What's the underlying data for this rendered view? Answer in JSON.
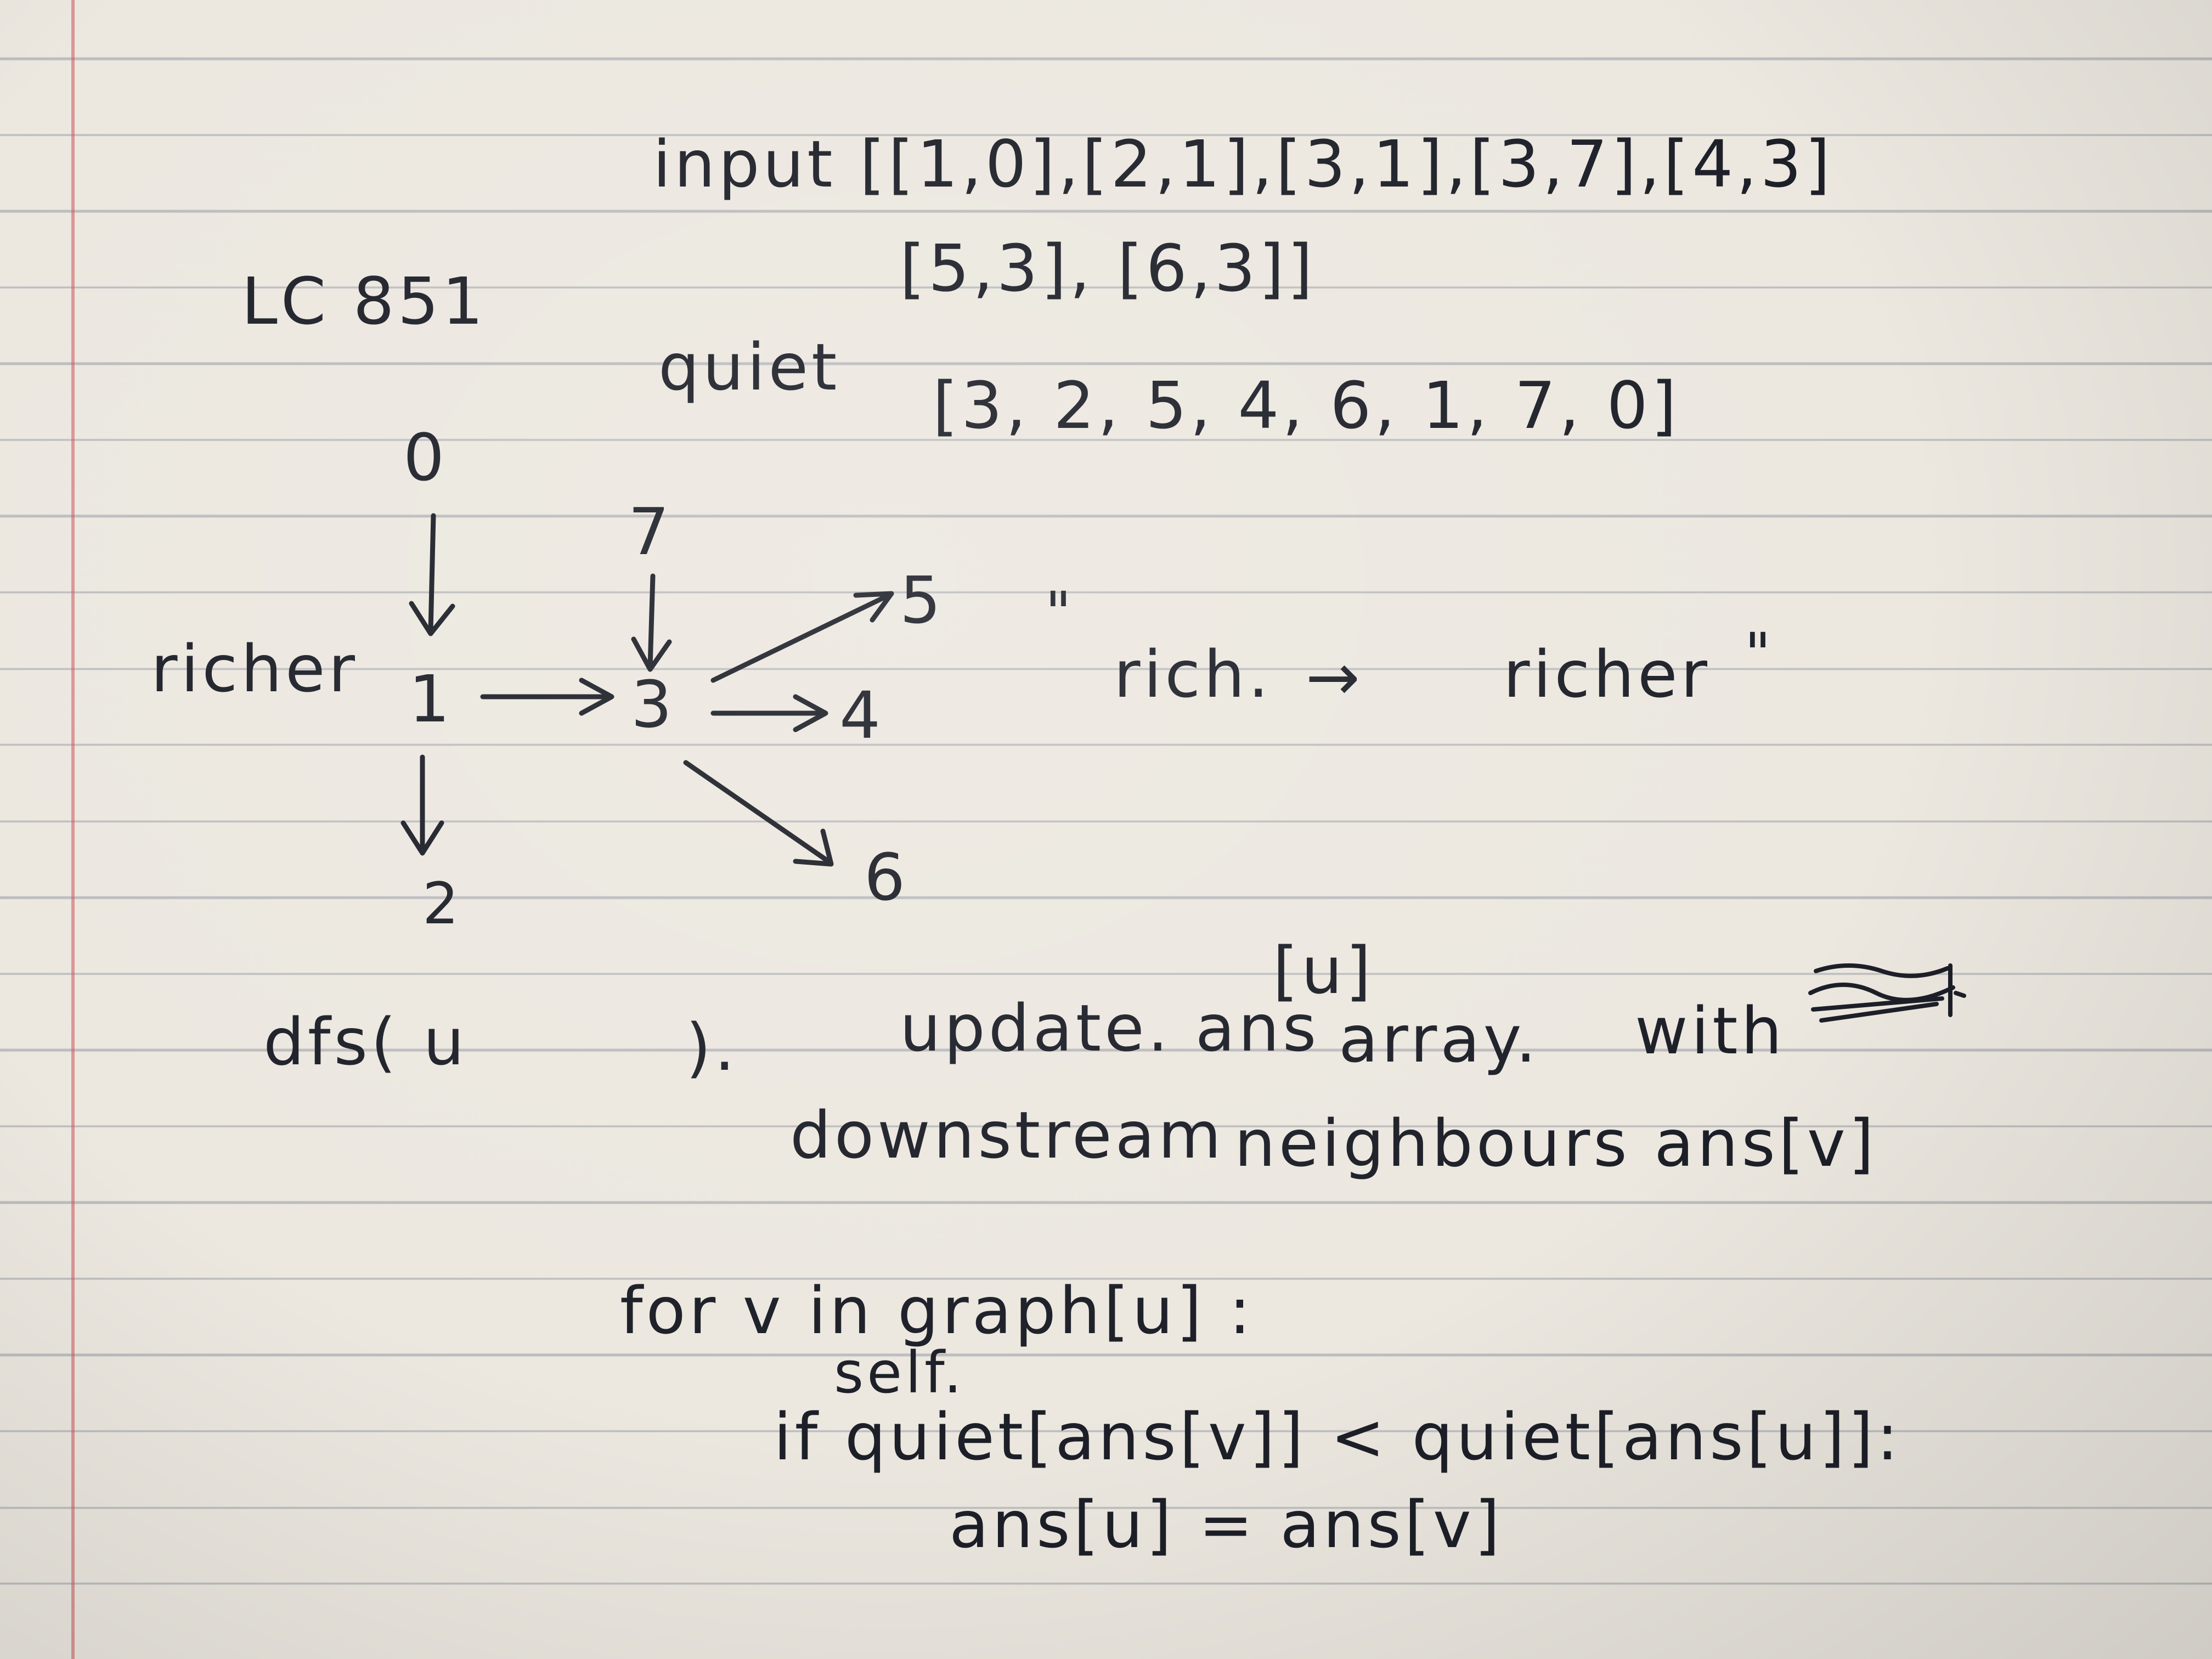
{
  "note": {
    "title": "LC 851",
    "input_line1": "input [[1,0],[2,1],[3,1],[3,7],[4,3]",
    "input_line2": "[5,3], [6,3]]",
    "quiet_label": "quiet",
    "quiet_values": "[3, 2, 5, 4, 6, 1, 7, 0]",
    "richer_label": "richer",
    "legend_open_quote": "\"",
    "legend_rich": "rich.",
    "legend_arrow": "→",
    "legend_richer": "richer",
    "legend_close_quote": "\"",
    "dfs_call": "dfs( u",
    "dfs_close": ").",
    "update_text": "update. ans",
    "array_index": "[u]",
    "array_text": "array.",
    "with_text": "with",
    "downstream_text": "downstream",
    "neighbours_text": "neighbours ans[v]",
    "for_line": "for v in graph[u] :",
    "self_text": "self.",
    "if_line": "if quiet[ans[v]] < quiet[ans[u]]:",
    "assign_line": "ans[u] = ans[v]"
  },
  "graph": {
    "nodes": [
      "0",
      "1",
      "2",
      "3",
      "4",
      "5",
      "6",
      "7"
    ]
  }
}
